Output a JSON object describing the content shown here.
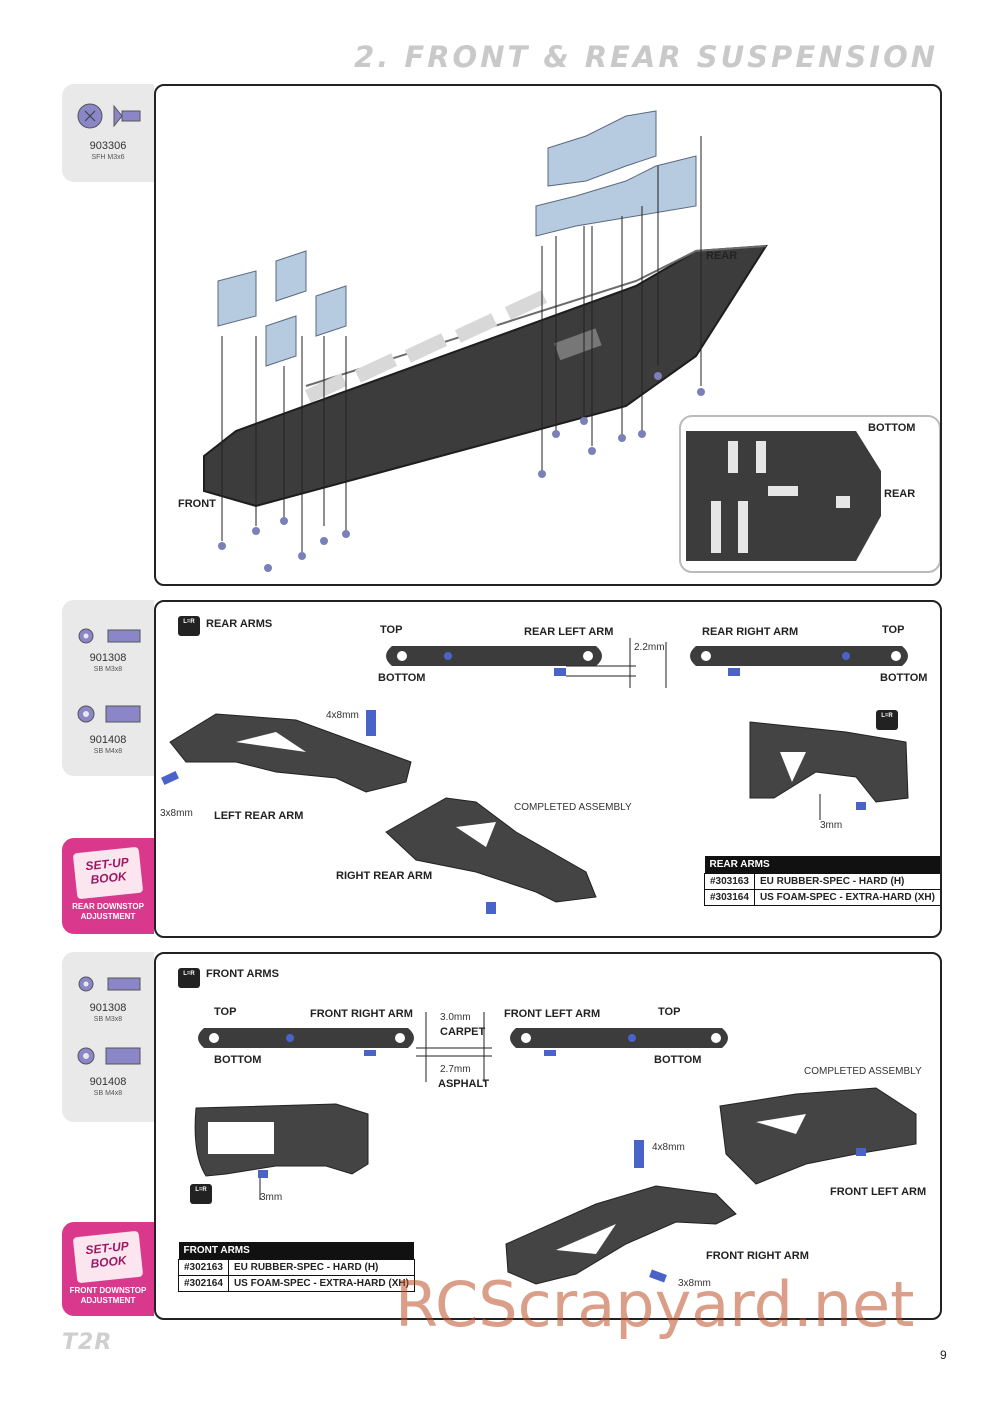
{
  "page": {
    "title": "2. FRONT & REAR SUSPENSION",
    "page_number": "9",
    "logo": "T2R",
    "watermark": "RCScrapyard.net"
  },
  "section1": {
    "part": {
      "code": "903306",
      "desc": "SFH M3x6"
    },
    "labels": {
      "rear": "REAR",
      "front": "FRONT",
      "bottom": "BOTTOM",
      "inset_rear": "REAR"
    }
  },
  "section2": {
    "parts": [
      {
        "code": "901308",
        "desc": "SB M3x8"
      },
      {
        "code": "901408",
        "desc": "SB M4x8"
      }
    ],
    "setup": {
      "book_line1": "SET-UP",
      "book_line2": "BOOK",
      "caption_line1": "REAR DOWNSTOP",
      "caption_line2": "ADJUSTMENT"
    },
    "heading": "REAR ARMS",
    "lr_badge": "L=R",
    "top_left": "TOP",
    "top_right": "TOP",
    "bottom_left": "BOTTOM",
    "bottom_right": "BOTTOM",
    "rear_left_arm": "REAR LEFT ARM",
    "rear_right_arm": "REAR RIGHT ARM",
    "gap": "2.2mm",
    "spacer_4x8": "4x8mm",
    "spacer_3x8": "3x8mm",
    "left_rear_arm": "LEFT REAR ARM",
    "right_rear_arm": "RIGHT REAR ARM",
    "completed": "COMPLETED ASSEMBLY",
    "downstop": "3mm",
    "table": {
      "header": "REAR ARMS",
      "rows": [
        {
          "part": "#303163",
          "desc": "EU RUBBER-SPEC - HARD (H)"
        },
        {
          "part": "#303164",
          "desc": "US FOAM-SPEC - EXTRA-HARD (XH)"
        }
      ]
    }
  },
  "section3": {
    "parts": [
      {
        "code": "901308",
        "desc": "SB M3x8"
      },
      {
        "code": "901408",
        "desc": "SB M4x8"
      }
    ],
    "setup": {
      "book_line1": "SET-UP",
      "book_line2": "BOOK",
      "caption_line1": "FRONT DOWNSTOP",
      "caption_line2": "ADJUSTMENT"
    },
    "heading": "FRONT ARMS",
    "lr_badge": "L=R",
    "top_left": "TOP",
    "top_right": "TOP",
    "bottom_left": "BOTTOM",
    "bottom_right": "BOTTOM",
    "front_right_arm": "FRONT RIGHT ARM",
    "front_left_arm": "FRONT LEFT ARM",
    "gap_carpet": "3.0mm",
    "carpet": "CARPET",
    "gap_asphalt": "2.7mm",
    "asphalt": "ASPHALT",
    "downstop": "3mm",
    "spacer_4x8": "4x8mm",
    "spacer_3x8": "3x8mm",
    "completed": "COMPLETED ASSEMBLY",
    "front_left_label": "FRONT LEFT ARM",
    "front_right_label": "FRONT RIGHT ARM",
    "table": {
      "header": "FRONT ARMS",
      "rows": [
        {
          "part": "#302163",
          "desc": "EU RUBBER-SPEC - HARD (H)"
        },
        {
          "part": "#302164",
          "desc": "US FOAM-SPEC - EXTRA-HARD (XH)"
        }
      ]
    }
  }
}
